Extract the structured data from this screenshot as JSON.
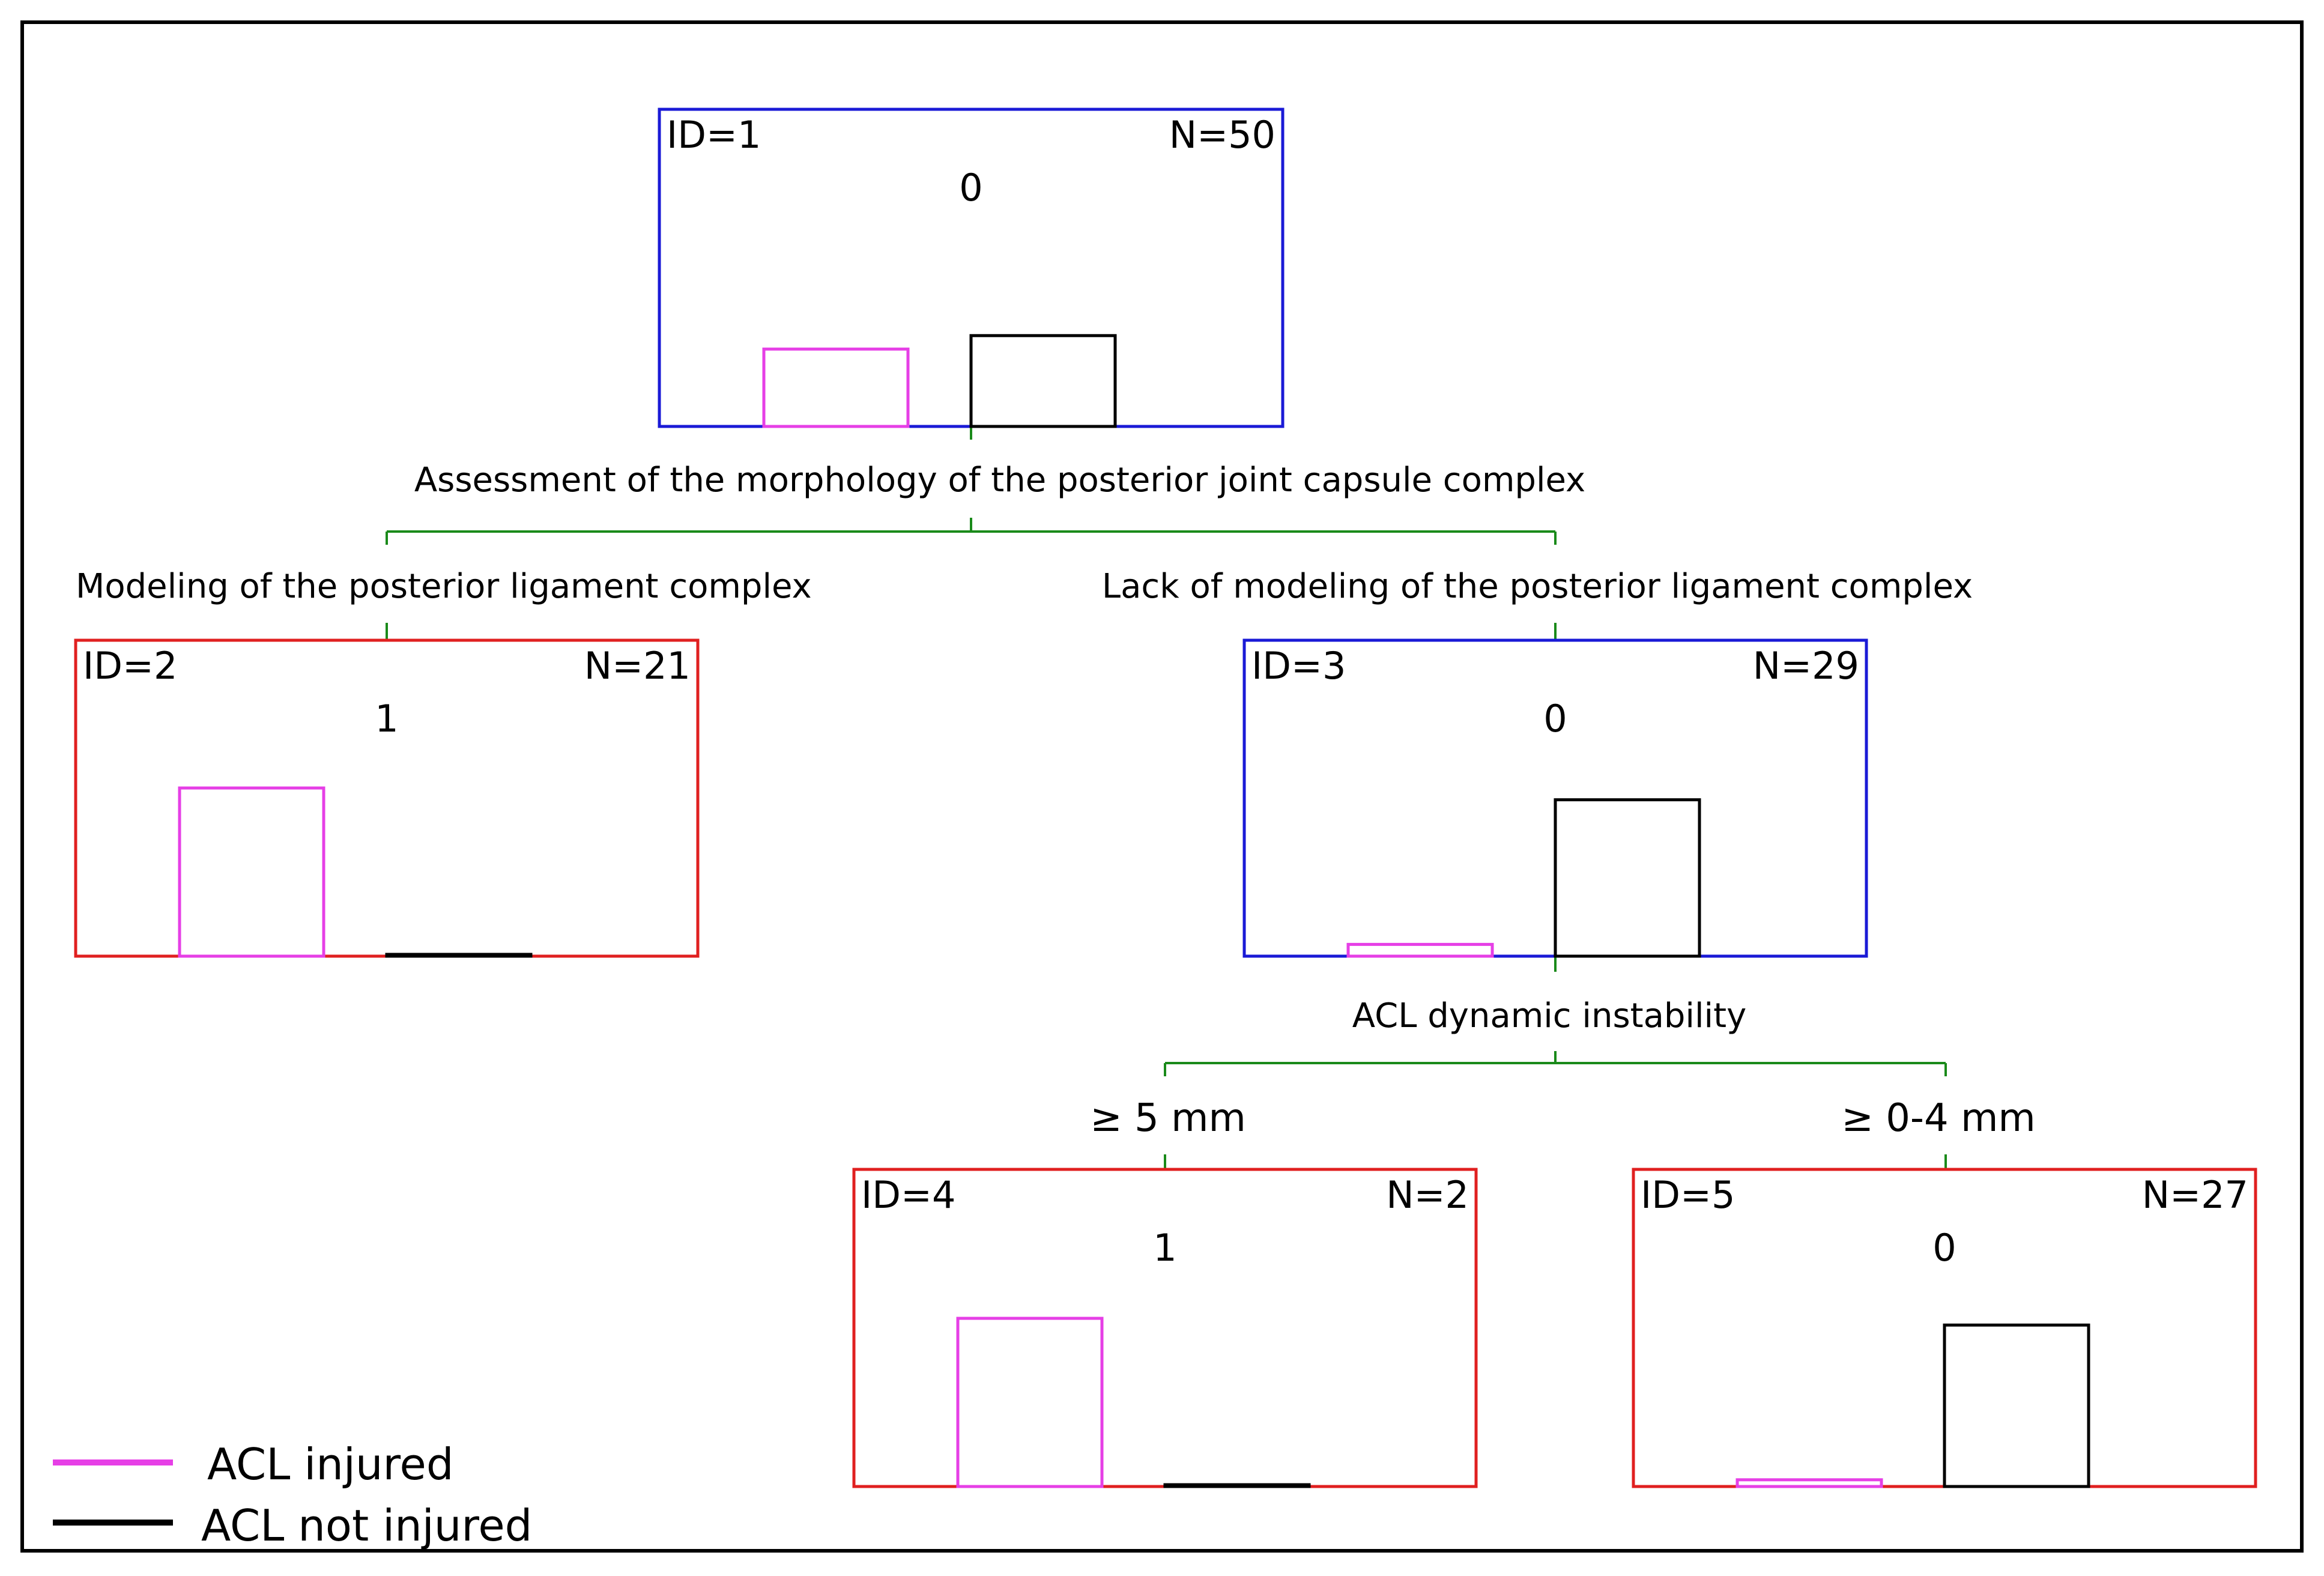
{
  "colors": {
    "node_blue": "#1a1ad6",
    "node_red": "#e02020",
    "connector_green": "#1a8a1a",
    "injured_magenta": "#e63fe6",
    "not_injured_black": "#000000",
    "frame": "#000000"
  },
  "nodes": [
    {
      "id_label": "ID=1",
      "n_label": "N=50",
      "class_label": "0",
      "injured_fraction": 0.46,
      "not_injured_fraction": 0.54,
      "border": "blue"
    },
    {
      "id_label": "ID=2",
      "n_label": "N=21",
      "class_label": "1",
      "injured_fraction": 1.0,
      "not_injured_fraction": 0.0,
      "border": "red"
    },
    {
      "id_label": "ID=3",
      "n_label": "N=29",
      "class_label": "0",
      "injured_fraction": 0.07,
      "not_injured_fraction": 0.93,
      "border": "blue"
    },
    {
      "id_label": "ID=4",
      "n_label": "N=2",
      "class_label": "1",
      "injured_fraction": 1.0,
      "not_injured_fraction": 0.0,
      "border": "red"
    },
    {
      "id_label": "ID=5",
      "n_label": "N=27",
      "class_label": "0",
      "injured_fraction": 0.04,
      "not_injured_fraction": 0.96,
      "border": "red"
    }
  ],
  "splits": [
    {
      "variable": "Assessment of the morphology of the posterior joint capsule complex",
      "left_branch": "Modeling of the posterior ligament complex",
      "right_branch": "Lack of modeling of the posterior ligament complex"
    },
    {
      "variable": "ACL dynamic instability",
      "left_branch": "≥ 5 mm",
      "right_branch": "≥ 0-4 mm"
    }
  ],
  "legend": {
    "injured": "ACL injured",
    "not_injured": "ACL not injured"
  }
}
